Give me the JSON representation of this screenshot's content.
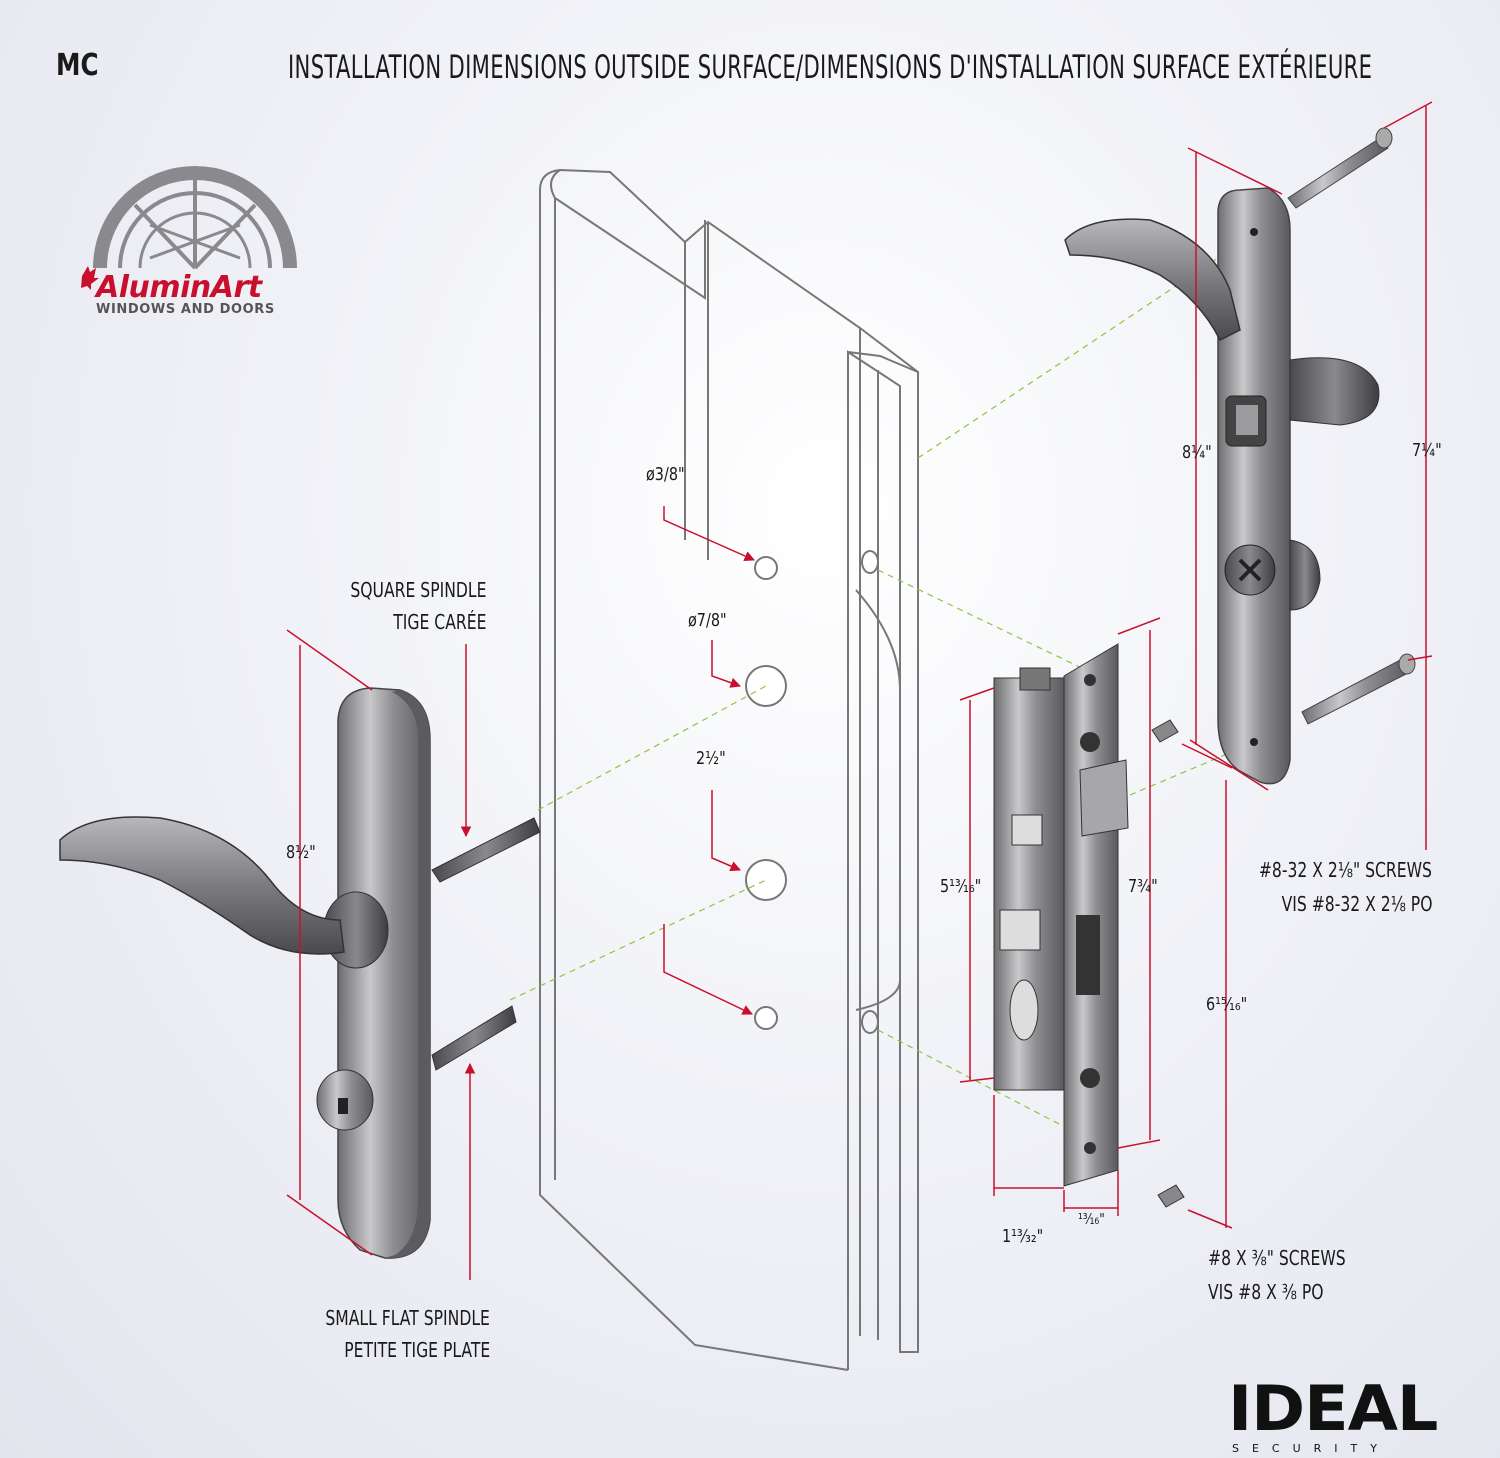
{
  "header": {
    "model_code": "MC",
    "title": "INSTALLATION DIMENSIONS OUTSIDE SURFACE/DIMENSIONS D'INSTALLATION SURFACE EXTÉRIEURE"
  },
  "brand": {
    "name": "AluminArt",
    "tagline": "WINDOWS AND DOORS"
  },
  "manufacturer": {
    "name": "IDEAL",
    "tagline": "SECURITY"
  },
  "callouts": {
    "square_spindle_en": "SQUARE SPINDLE",
    "square_spindle_fr": "TIGE CARÉE",
    "flat_spindle_en": "SMALL FLAT SPINDLE",
    "flat_spindle_fr": "PETITE TIGE PLATE",
    "long_screws_en": "#8-32 X 2⅛\" SCREWS",
    "long_screws_fr": "VIS #8-32 X 2⅛ PO",
    "short_screws_en": "#8 X ⅜\" SCREWS",
    "short_screws_fr": "VIS #8 X ⅜ PO"
  },
  "dimensions": {
    "hole_small": "ø3/8\"",
    "hole_large": "ø7/8\"",
    "hole_spacing": "2½\"",
    "outer_plate_height": "8½\"",
    "inner_plate_height": "8¼\"",
    "inner_screw_spacing": "7¼\"",
    "lock_body_height": "5¹³⁄₁₆\"",
    "faceplate_height": "7¾\"",
    "faceplate_screw_spacing": "6¹⁵⁄₁₆\"",
    "backset": "1¹³⁄₃₂\"",
    "faceplate_width": "¹³⁄₁₆\""
  },
  "colors": {
    "dimension_line": "#c8102e",
    "center_line": "#8cc63f",
    "brand_red": "#c8102e"
  }
}
